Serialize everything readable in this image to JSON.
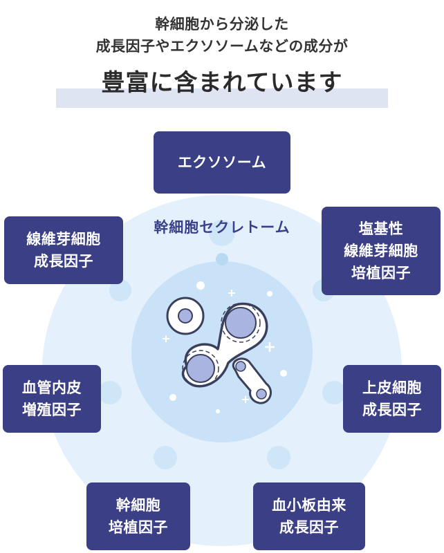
{
  "header": {
    "line1": "幹細胞から分泌した",
    "line2": "成長因子やエクソソームなどの成分が",
    "headline": "豊富に含まれています"
  },
  "center": {
    "label": "幹細胞セクレトーム"
  },
  "boxes": {
    "exosome": [
      "エクソソーム"
    ],
    "fibroblast": [
      "線維芽細胞",
      "成長因子"
    ],
    "basic_fibroblast": [
      "塩基性",
      "線維芽細胞",
      "培植因子"
    ],
    "vascular": [
      "血管内皮",
      "増殖因子"
    ],
    "epidermal": [
      "上皮細胞",
      "成長因子"
    ],
    "stem_culture": [
      "幹細胞",
      "培植因子"
    ],
    "platelet": [
      "血小板由来",
      "成長因子"
    ]
  },
  "colors": {
    "box_bg": "#3b3f85",
    "outer_circle": "#e4f0fb",
    "inner_circle": "#c9e2f7",
    "headline_highlight": "#dfe4f3"
  }
}
